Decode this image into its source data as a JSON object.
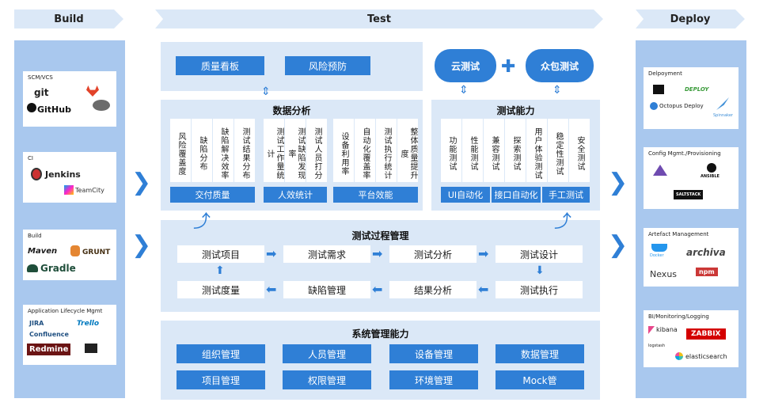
{
  "header": {
    "build": "Build",
    "test": "Test",
    "deploy": "Deploy"
  },
  "build": {
    "scm": {
      "title": "SCM/VCS",
      "git": "git",
      "github": "GitHub"
    },
    "ci": {
      "title": "CI",
      "jenkins": "Jenkins",
      "teamcity": "TeamCity"
    },
    "buildtools": {
      "title": "Build",
      "maven": "Maven",
      "grunt": "GRUNT",
      "gradle": "Gradle"
    },
    "alm": {
      "title": "Application Lifecycle Mgmt",
      "jira": "JIRA",
      "trello": "Trello",
      "confluence": "Confluence",
      "redmine": "Redmine"
    }
  },
  "deploy": {
    "deployment": {
      "title": "Delpoyment",
      "deploy": "DEPLOY",
      "octopus": "Octopus Deploy",
      "spinnaker": "Spinnaker"
    },
    "config": {
      "title": "Config Mgmt./Provisioning",
      "ansible": "ANSIBLE",
      "saltstack": "SALTSTACK"
    },
    "artefact": {
      "title": "Artefact Management",
      "docker": "Docker",
      "archiva": "archiva",
      "nexus": "Nexus",
      "npm": "npm"
    },
    "bi": {
      "title": "BI/Monitoring/Logging",
      "kibana": "kibana",
      "zabbix": "ZABBIX",
      "logstash": "logstash",
      "elastic": "elasticsearch"
    }
  },
  "top": {
    "board": "质量看板",
    "risk": "风险预防",
    "cloud": "云测试",
    "crowd": "众包测试"
  },
  "analysis": {
    "title": "数据分析",
    "g1": {
      "cells": [
        "风险覆盖度",
        "缺陷分布",
        "缺陷解决效率",
        "测试结果分布"
      ],
      "label": "交付质量"
    },
    "g2": {
      "cells": [
        "测试工作量统计",
        "测试缺陷发现率",
        "测试人员打分"
      ],
      "label": "人效统计"
    },
    "g3": {
      "cells": [
        "设备利用率",
        "自动化覆盖率",
        "测试执行统计",
        "整体质量提升度"
      ],
      "label": "平台效能"
    }
  },
  "ability": {
    "title": "测试能力",
    "cells": [
      "功能测试",
      "性能测试",
      "兼容测试",
      "探索测试",
      "用户体验测试",
      "稳定性测试",
      "安全测试"
    ],
    "labels": [
      "UI自动化",
      "接口自动化",
      "手工测试"
    ]
  },
  "process": {
    "title": "测试过程管理",
    "row1": [
      "测试项目",
      "测试需求",
      "测试分析",
      "测试设计"
    ],
    "row2": [
      "测试度量",
      "缺陷管理",
      "结果分析",
      "测试执行"
    ]
  },
  "system": {
    "title": "系统管理能力",
    "row1": [
      "组织管理",
      "人员管理",
      "设备管理",
      "数据管理"
    ],
    "row2": [
      "项目管理",
      "权限管理",
      "环境管理",
      "Mock管"
    ]
  },
  "colors": {
    "blue": "#2f7fd6",
    "panel": "#dbe8f7",
    "column": "#a9c8ee"
  }
}
